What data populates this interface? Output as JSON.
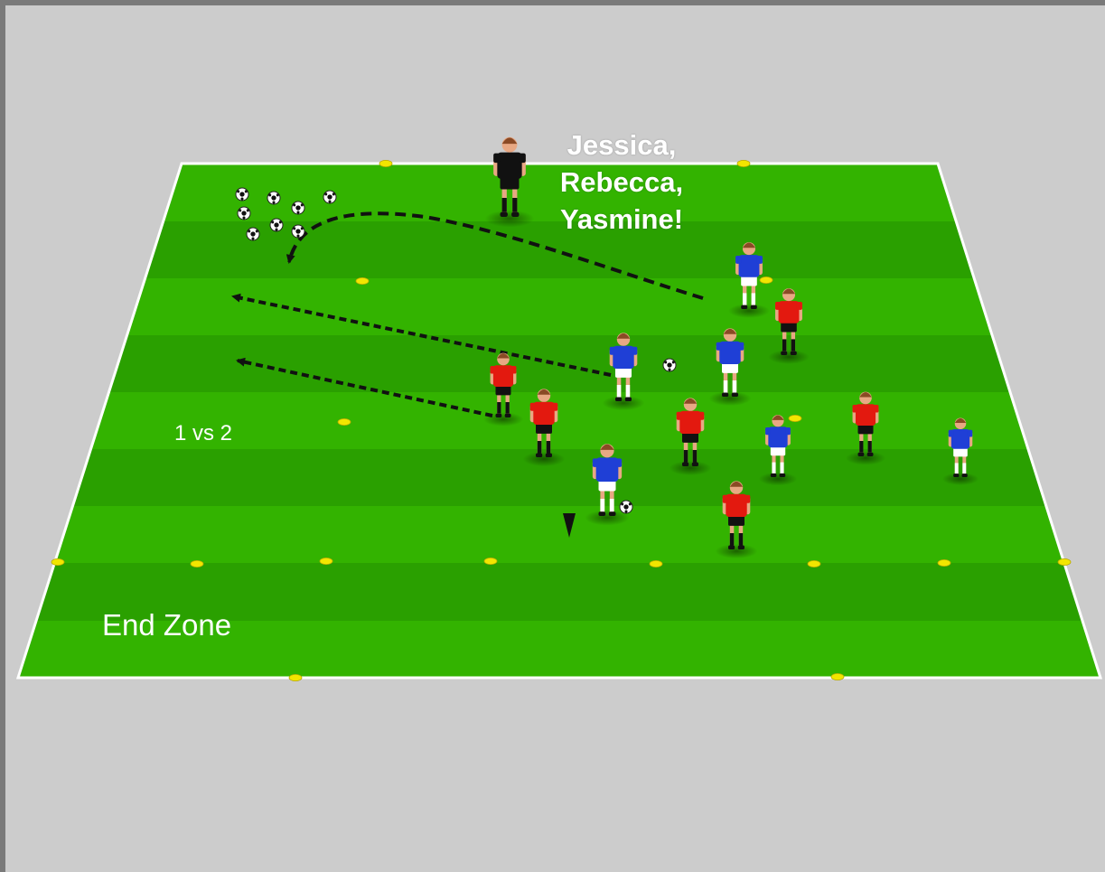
{
  "labels": {
    "coach_callout": [
      "Jessica,",
      "Rebecca,",
      "Yasmine!"
    ],
    "zone": "End Zone",
    "ratio": "1 vs 2"
  },
  "colors": {
    "background": "#cccccc",
    "frame_border": "#7a7a7a",
    "pitch_light": "#33b300",
    "pitch_dark": "#2aa000",
    "pitch_line": "#ffffff",
    "cone": "#f2e600",
    "team_blue_shirt": "#1f3fd6",
    "team_blue_shorts": "#ffffff",
    "team_red_shirt": "#e3190f",
    "team_red_shorts": "#111111",
    "coach_kit": "#111111",
    "skin": "#e8a883",
    "hair": "#8a4a25",
    "arrow": "#111111"
  },
  "icons": {
    "player": "soccer-player-icon",
    "ball": "soccer-ball-icon",
    "cone": "cone-marker-icon",
    "flag": "corner-flag-icon",
    "arrow": "dashed-run-arrow-icon"
  }
}
